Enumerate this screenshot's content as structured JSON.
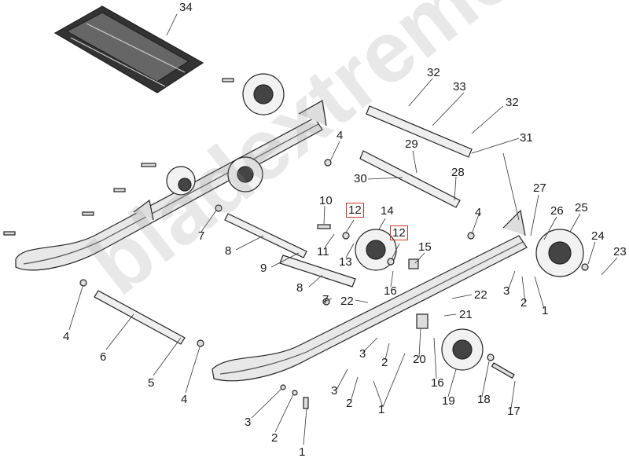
{
  "watermark": "bladextreme.ru",
  "highlight_color": "#c0392b",
  "callouts": [
    "34",
    "32",
    "33",
    "32",
    "31",
    "29",
    "28",
    "30",
    "27",
    "26",
    "25",
    "24",
    "23",
    "4",
    "10",
    "12",
    "14",
    "12",
    "15",
    "11",
    "13",
    "16",
    "7",
    "8",
    "9",
    "8",
    "7",
    "22",
    "22",
    "4",
    "3",
    "2",
    "1",
    "4",
    "6",
    "5",
    "4",
    "21",
    "3",
    "2",
    "20",
    "16",
    "3",
    "2",
    "1",
    "19",
    "18",
    "17",
    "3",
    "2",
    "1"
  ]
}
